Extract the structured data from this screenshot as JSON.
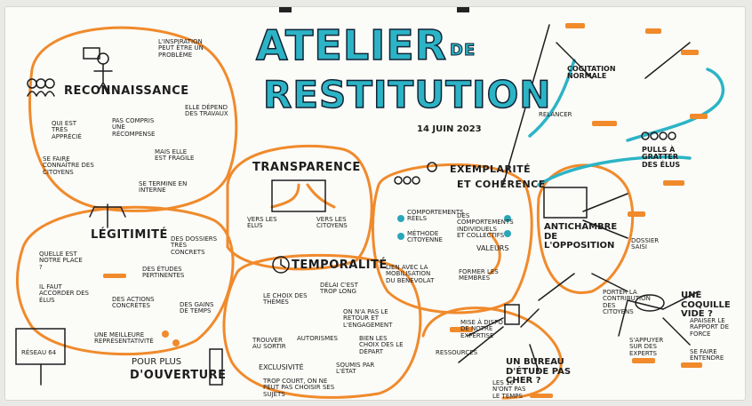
{
  "title": {
    "line1": "ATELIER",
    "de": "DE",
    "line2": "RESTITUTION",
    "date": "14 JUIN 2023"
  },
  "sections": {
    "reconnaissance": "RECONNAISSANCE",
    "legitimite": "LÉGITIMITÉ",
    "transparence": "TRANSPARENCE",
    "temporalite": "TEMPORALITÉ",
    "exemplarite": "EXEMPLARITÉ",
    "coherence": "ET COHÉRENCE",
    "antichambre": "ANTICHAMBRE DE L'OPPOSITION",
    "bureau": "UN BUREAU D'ÉTUDE PAS CHER ?",
    "coquille": "UNE COQUILLE VIDE ?",
    "ouverture_pre": "POUR PLUS",
    "ouverture": "D'OUVERTURE"
  },
  "notes": {
    "inspiration": "L'INSPIRATION PEUT ÊTRE UN PROBLÈME",
    "qui_est_tres": "QUI EST TRÈS APPRÉCIÉ",
    "pas_compris": "PAS COMPRIS UNE RÉCOMPENSE",
    "depend": "ELLE DÉPEND DES TRAVAUX",
    "citoyens": "SE FAIRE CONNAÎTRE DES CITOYENS",
    "fragile": "MAIS ELLE EST FRAGILE",
    "interne": "SE TERMINE EN INTERNE",
    "vers_elus": "VERS LES ÉLUS",
    "vers_citoyens": "VERS LES CITOYENS",
    "quelle_place": "QUELLE EST NOTRE PLACE ?",
    "faut_accorder": "IL FAUT ACCORDER DES ÉLUS",
    "dossiers": "DES DOSSIERS TRÈS CONCRETS",
    "pertinentes": "DES ÉTUDES PERTINENTES",
    "actions": "DES ACTIONS CONCRÈTES",
    "gains": "DES GAINS DE TEMPS",
    "representativite": "UNE MEILLEURE REPRÉSENTATIVITÉ",
    "choix": "LE CHOIX DES THÈMES",
    "trop_long": "DÉLAI C'EST TROP LONG",
    "nous_pas": "ON N'A PAS LE RETOUR ET L'ENGAGEMENT",
    "audition": "AUTORISMES",
    "trouver": "TROUVER AU SORTIR",
    "exclusion": "EXCLUSIVITÉ",
    "trop_court": "TROP COURT, ON NE PEUT PAS CHOISIR SES SUJETS",
    "bien_choix": "BIEN LES CHOIX DES LE DÉPART",
    "soumis": "SOUMIS PAR L'ÉTAT",
    "valeurs": "VALEURS",
    "former": "FORMER LES MEMBRES",
    "lien": "LIEN AVEC LA MOBILISATION DU BÉNÉVOLAT",
    "comportements": "COMPORTEMENTS RÉELS",
    "methode": "MÉTHODE CITOYENNE",
    "coherents": "DES COMPORTEMENTS INDIVIDUELS ET COLLECTIFS",
    "cogitation": "COGITATION NORMALE",
    "pulls": "PULLS À GRATTER DES ÉLUS",
    "relancer": "RELANCER",
    "dossier_saisi": "DOSSIER SAISI",
    "porter_idee": "PORTER LA CONTRIBUTION DES CITOYENS",
    "apaiser": "APAISER LE RAPPORT DE FORCE",
    "se_faire": "SE FAIRE ENTENDRE",
    "appuyer": "S'APPUYER SUR DES EXPERTS",
    "ressources": "RESSOURCES",
    "mise_rapport": "MISE À DISPO DE NOTRE EXPERTISE",
    "les_10": "LES 10 N'ONT PAS LE TEMPS",
    "reseau": "RÉSEAU 64"
  },
  "colors": {
    "orange": "#f08a2b",
    "teal": "#2cb4c6",
    "ink": "#1d1d1d",
    "paper": "#fbfbf8"
  }
}
